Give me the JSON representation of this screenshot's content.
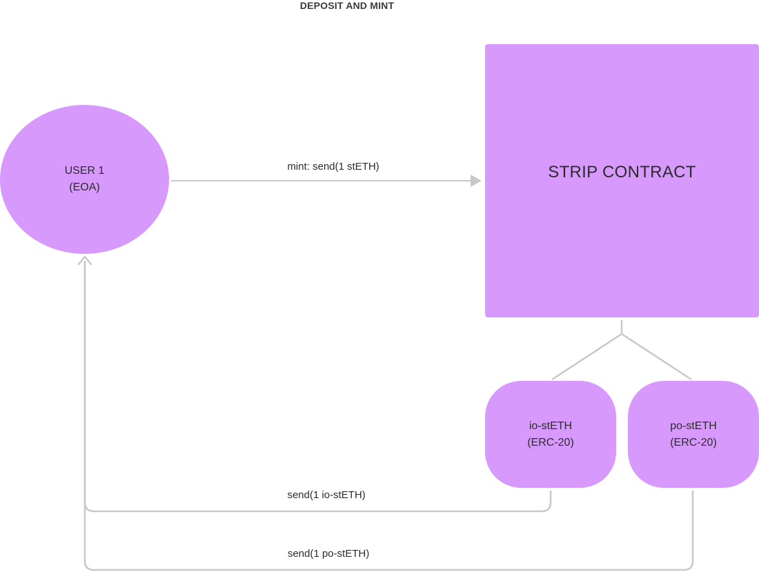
{
  "title": "DEPOSIT AND MINT",
  "nodes": {
    "user": {
      "line1": "USER 1",
      "line2": "(EOA)"
    },
    "contract": {
      "label": "STRIP CONTRACT"
    },
    "io_token": {
      "line1": "io-stETH",
      "line2": "(ERC-20)"
    },
    "po_token": {
      "line1": "po-stETH",
      "line2": "(ERC-20)"
    }
  },
  "edges": {
    "mint": "mint: send(1 stETH)",
    "send_io": "send(1 io-stETH)",
    "send_po": "send(1 po-stETH)"
  },
  "colors": {
    "node_fill": "#d899fd",
    "connector": "#c8c8c8",
    "text": "#2b2b2b"
  }
}
